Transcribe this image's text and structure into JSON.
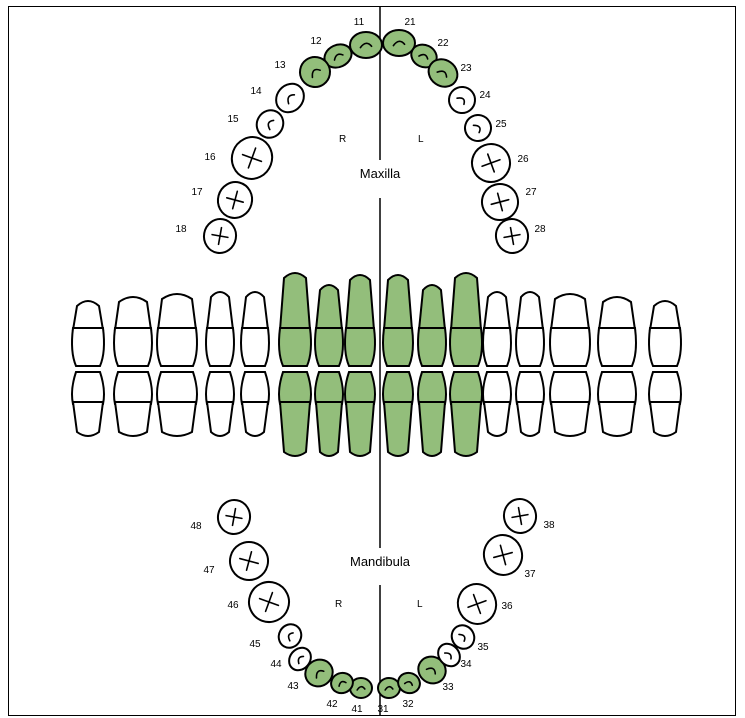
{
  "colors": {
    "highlight": "#93be7b",
    "normal": "#ffffff",
    "line": "#000000"
  },
  "labels": {
    "maxilla": "Maxilla",
    "mandibula": "Mandibula",
    "upper_right": "R",
    "upper_left": "L",
    "lower_right": "R",
    "lower_left": "L"
  },
  "upper_teeth": [
    {
      "id": "11",
      "highlighted": true
    },
    {
      "id": "12",
      "highlighted": true
    },
    {
      "id": "13",
      "highlighted": true
    },
    {
      "id": "14",
      "highlighted": false
    },
    {
      "id": "15",
      "highlighted": false
    },
    {
      "id": "16",
      "highlighted": false
    },
    {
      "id": "17",
      "highlighted": false
    },
    {
      "id": "18",
      "highlighted": false
    },
    {
      "id": "21",
      "highlighted": true
    },
    {
      "id": "22",
      "highlighted": true
    },
    {
      "id": "23",
      "highlighted": true
    },
    {
      "id": "24",
      "highlighted": false
    },
    {
      "id": "25",
      "highlighted": false
    },
    {
      "id": "26",
      "highlighted": false
    },
    {
      "id": "27",
      "highlighted": false
    },
    {
      "id": "28",
      "highlighted": false
    }
  ],
  "lower_teeth": [
    {
      "id": "31",
      "highlighted": true
    },
    {
      "id": "32",
      "highlighted": true
    },
    {
      "id": "33",
      "highlighted": true
    },
    {
      "id": "34",
      "highlighted": false
    },
    {
      "id": "35",
      "highlighted": false
    },
    {
      "id": "36",
      "highlighted": false
    },
    {
      "id": "37",
      "highlighted": false
    },
    {
      "id": "38",
      "highlighted": false
    },
    {
      "id": "41",
      "highlighted": true
    },
    {
      "id": "42",
      "highlighted": true
    },
    {
      "id": "43",
      "highlighted": true
    },
    {
      "id": "44",
      "highlighted": false
    },
    {
      "id": "45",
      "highlighted": false
    },
    {
      "id": "46",
      "highlighted": false
    },
    {
      "id": "47",
      "highlighted": false
    },
    {
      "id": "48",
      "highlighted": false
    }
  ]
}
